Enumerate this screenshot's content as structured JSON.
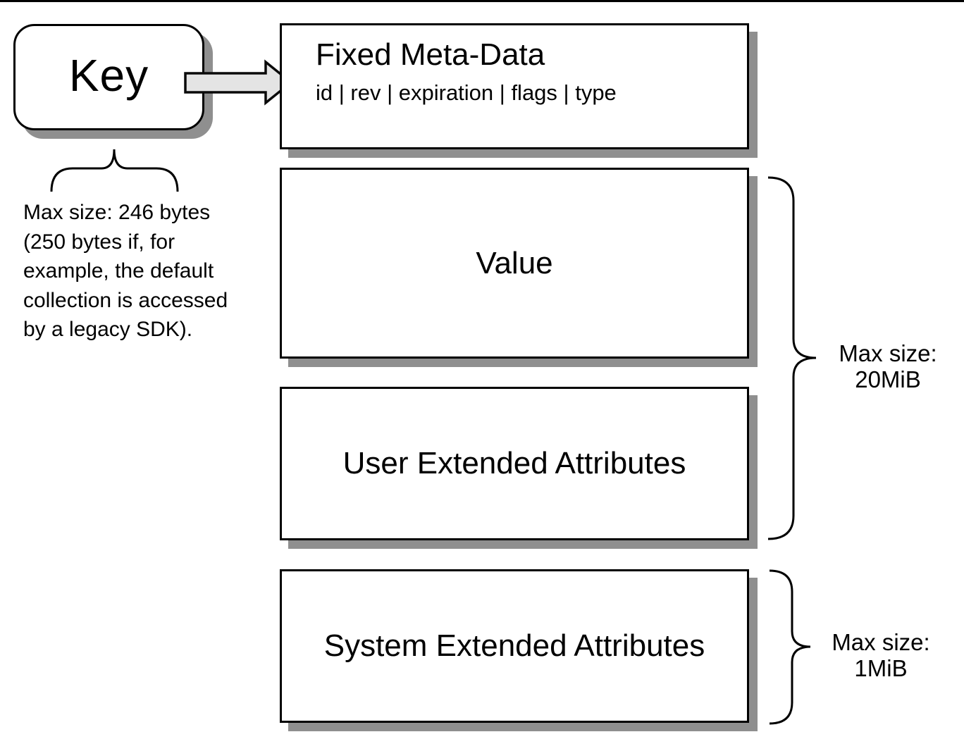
{
  "key": {
    "label": "Key"
  },
  "key_note": {
    "lines": [
      "Max size: 246 bytes",
      "(250 bytes if, for",
      "example, the default",
      "collection is accessed",
      "by a legacy SDK)."
    ]
  },
  "boxes": {
    "fixed_meta": {
      "title": "Fixed Meta-Data",
      "fields": "id | rev | expiration | flags | type"
    },
    "value": {
      "title": "Value"
    },
    "user_xattrs": {
      "title": "User Extended Attributes"
    },
    "system_xattrs": {
      "title": "System Extended Attributes"
    }
  },
  "size_annotations": {
    "document_body": {
      "label": "Max size:",
      "value": "20MiB"
    },
    "system_xattrs": {
      "label": "Max size:",
      "value": "1MiB"
    }
  },
  "colors": {
    "background": "#ffffff",
    "box_fill": "#ffffff",
    "box_border": "#000000",
    "shadow": "#8f8f8f",
    "arrow_fill": "#e4e4e4",
    "text": "#000000"
  }
}
